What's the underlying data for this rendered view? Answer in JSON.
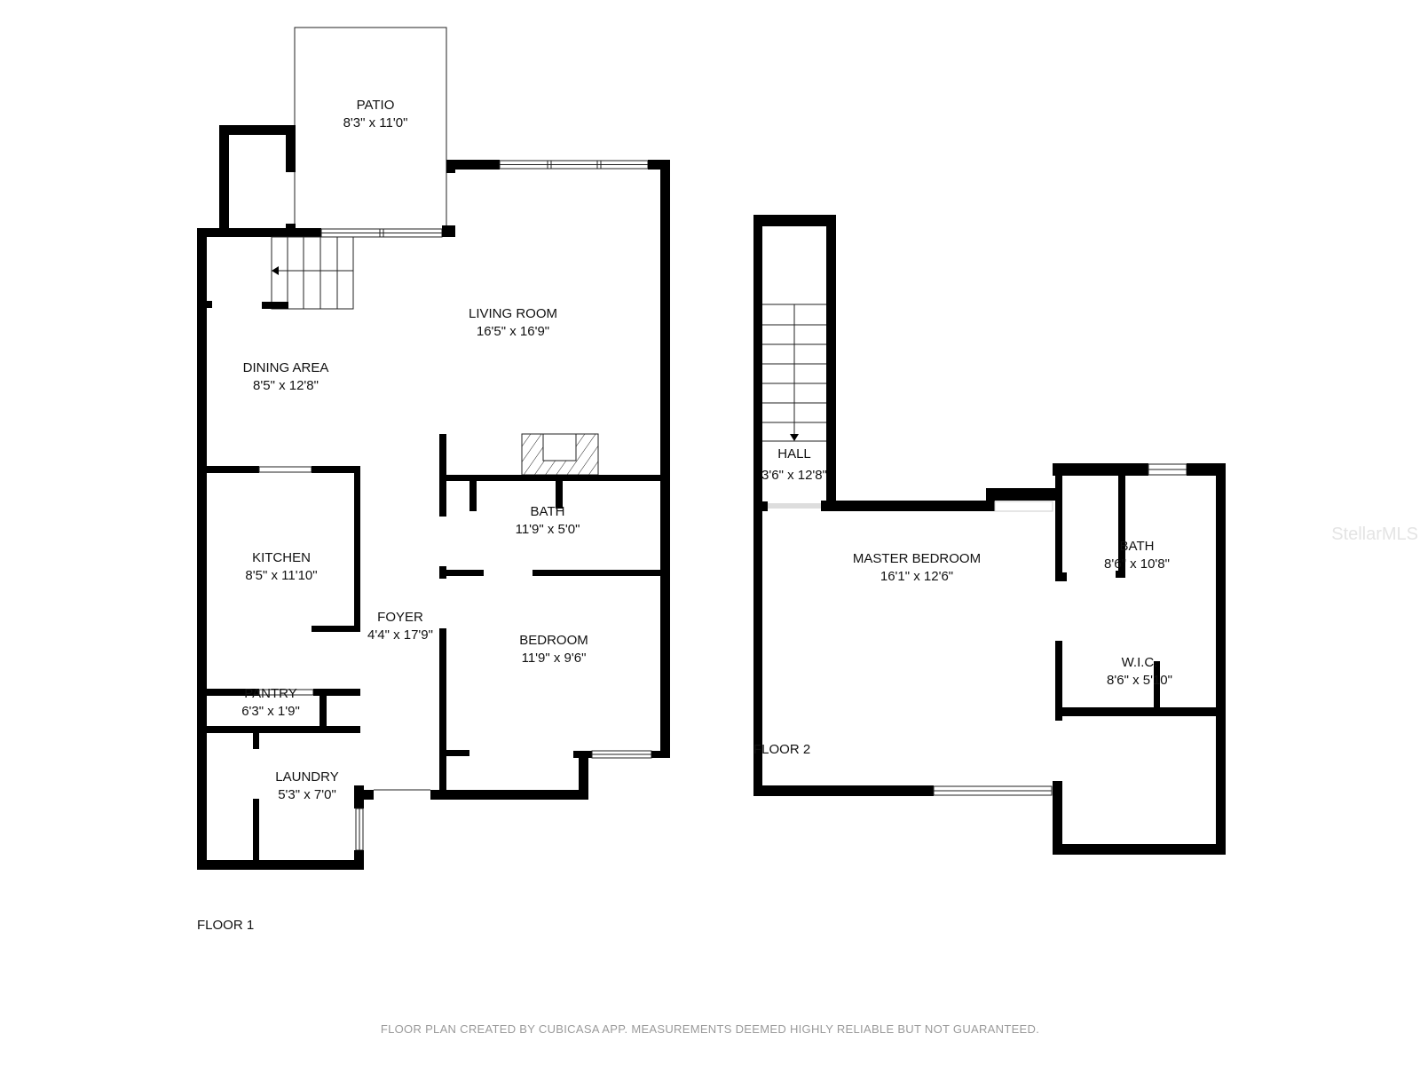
{
  "floor1": {
    "label": "FLOOR 1",
    "rooms": {
      "patio": {
        "name": "PATIO",
        "dims": "8'3\" x 11'0\""
      },
      "living_room": {
        "name": "LIVING ROOM",
        "dims": "16'5\" x 16'9\""
      },
      "dining_area": {
        "name": "DINING AREA",
        "dims": "8'5\" x 12'8\""
      },
      "kitchen": {
        "name": "KITCHEN",
        "dims": "8'5\" x 11'10\""
      },
      "foyer": {
        "name": "FOYER",
        "dims": "4'4\" x 17'9\""
      },
      "bath": {
        "name": "BATH",
        "dims": "11'9\" x 5'0\""
      },
      "bedroom": {
        "name": "BEDROOM",
        "dims": "11'9\" x 9'6\""
      },
      "pantry": {
        "name": "PANTRY",
        "dims": "6'3\" x 1'9\""
      },
      "laundry": {
        "name": "LAUNDRY",
        "dims": "5'3\" x 7'0\""
      }
    }
  },
  "floor2": {
    "label": "FLOOR 2",
    "rooms": {
      "hall": {
        "name": "HALL",
        "dims": "3'6\" x 12'8\""
      },
      "master_bedroom": {
        "name": "MASTER BEDROOM",
        "dims": "16'1\" x 12'6\""
      },
      "bath": {
        "name": "BATH",
        "dims": "8'6\" x 10'8\""
      },
      "wic": {
        "name": "W.I.C.",
        "dims": "8'6\" x 5'10\""
      }
    }
  },
  "watermark": "StellarMLS",
  "footer": "FLOOR PLAN CREATED BY CUBICASA APP. MEASUREMENTS DEEMED HIGHLY RELIABLE BUT NOT GUARANTEED."
}
